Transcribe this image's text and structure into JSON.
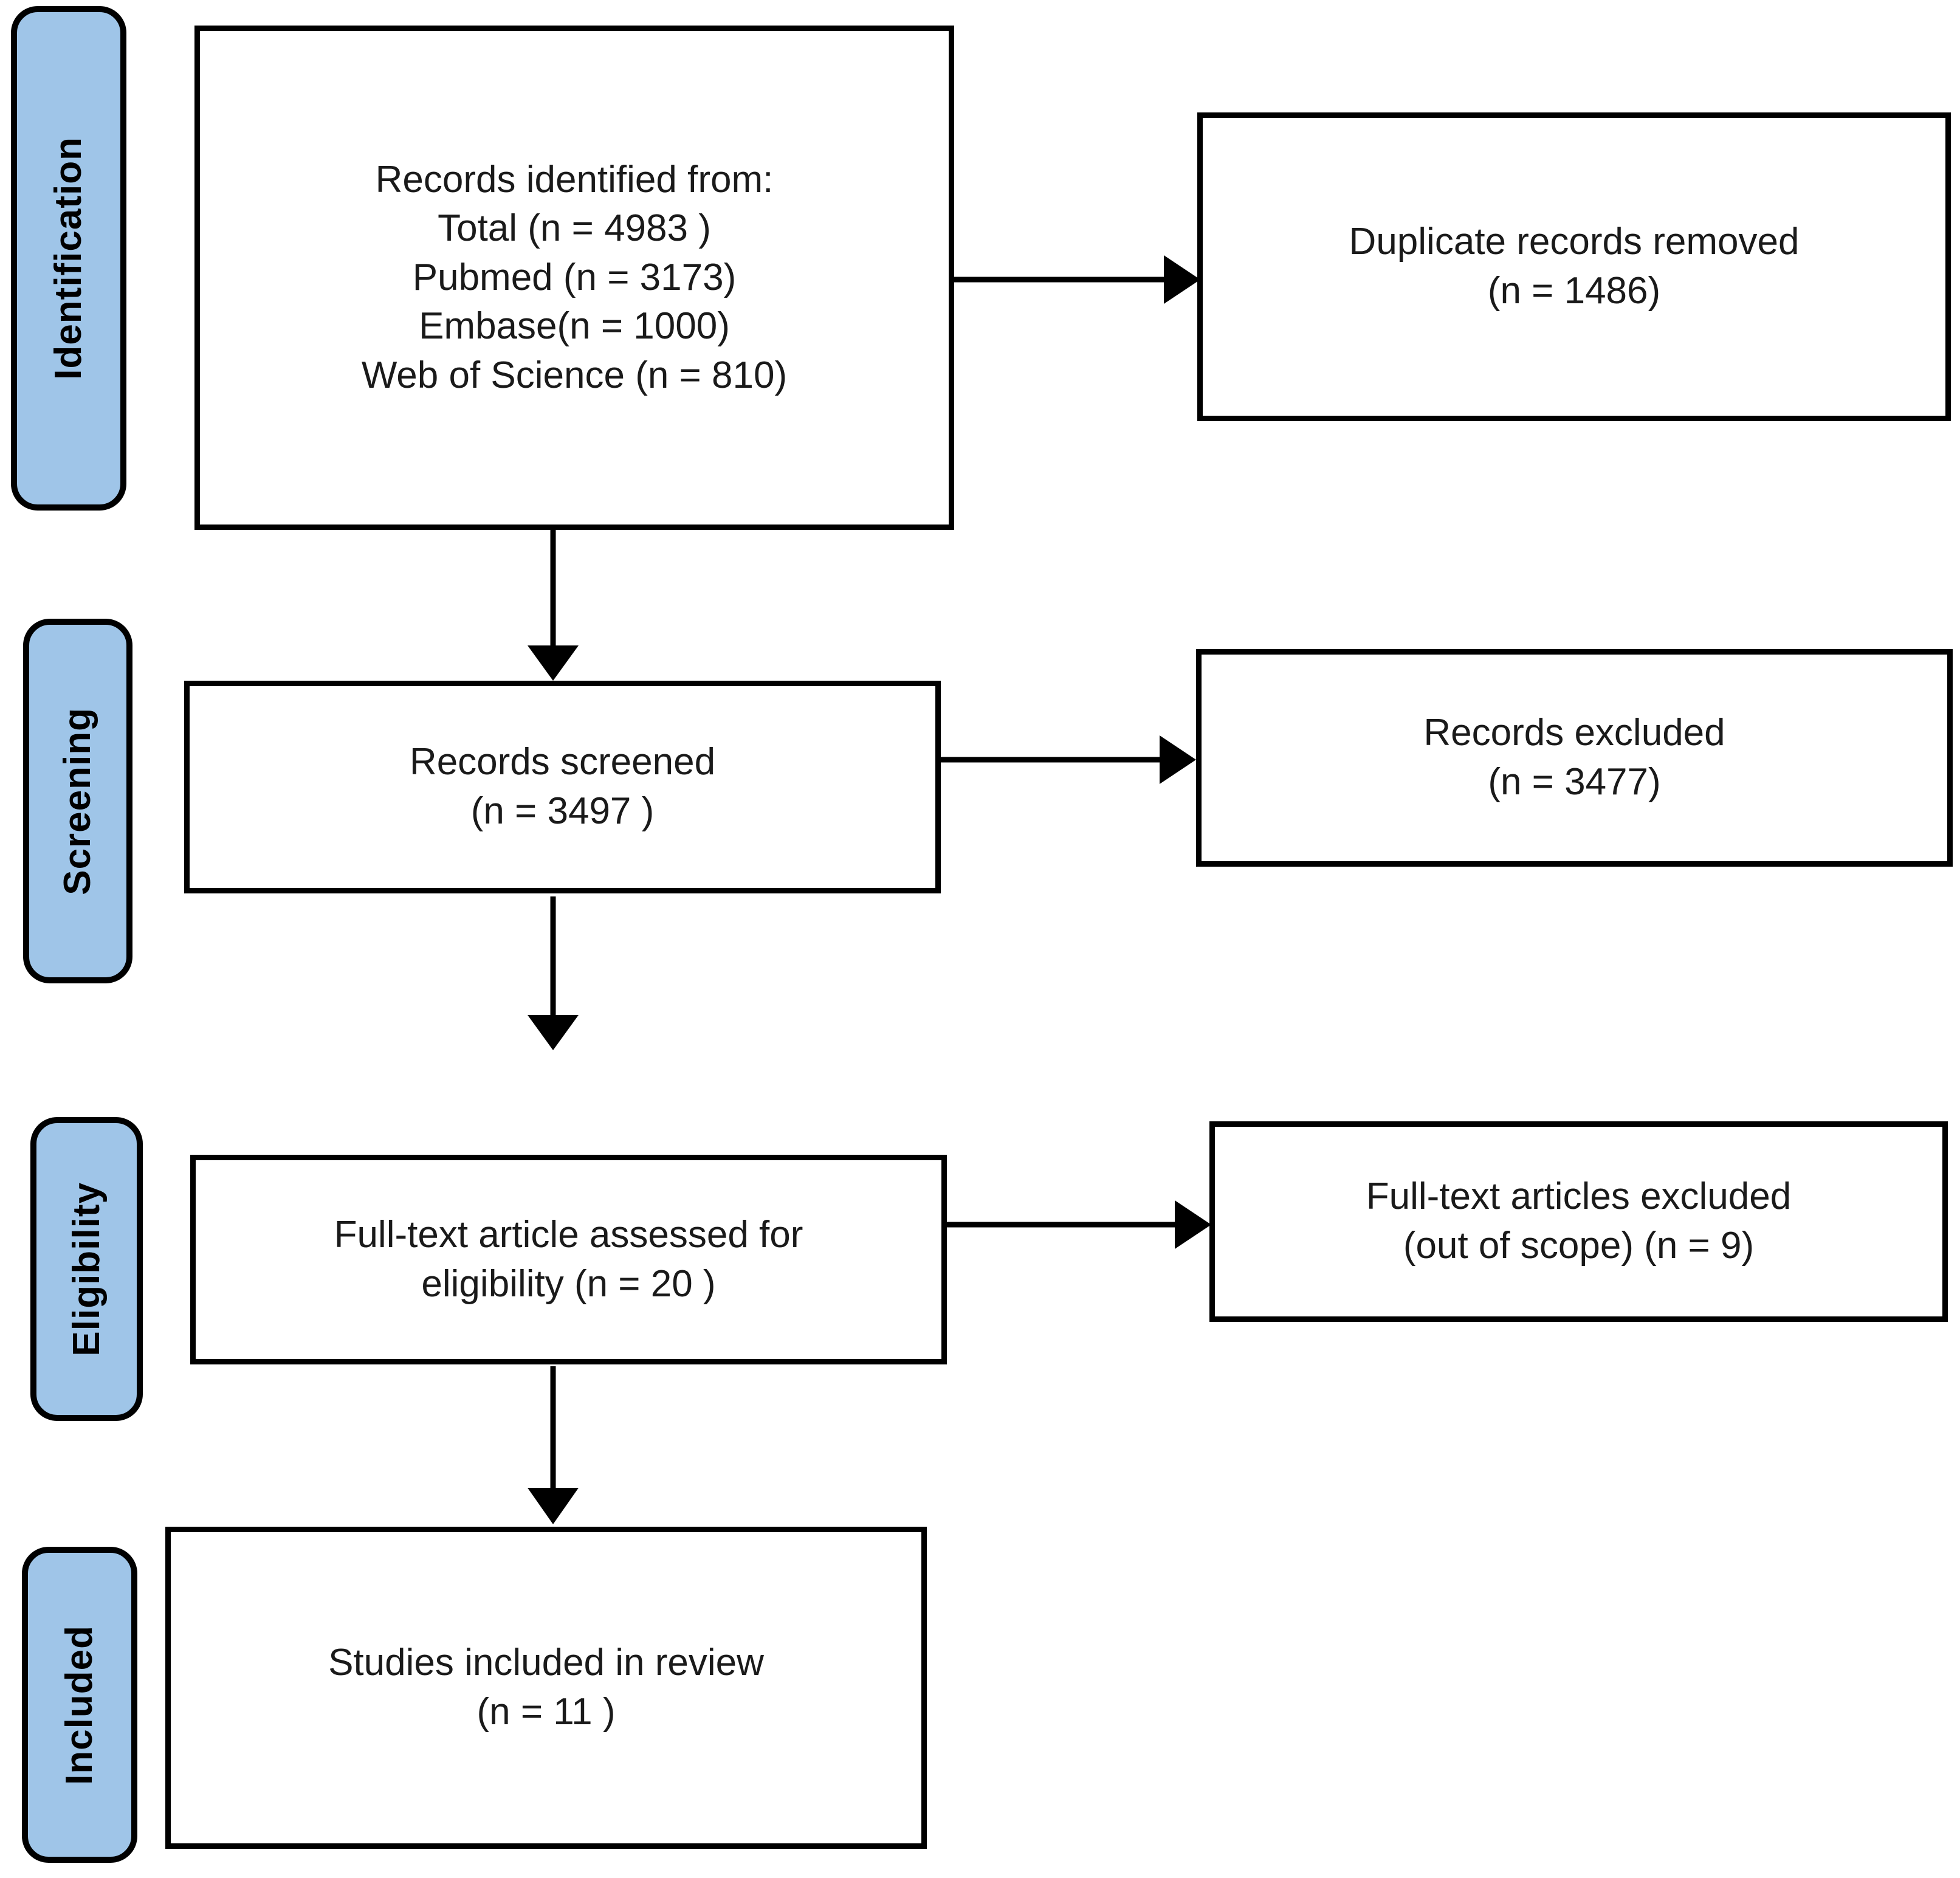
{
  "diagram": {
    "title": "PRISMA flow diagram",
    "accent_color": "#9FC5E8",
    "line_color": "#000000",
    "background": "#ffffff"
  },
  "stages": [
    {
      "id": "identification",
      "label": "Identification"
    },
    {
      "id": "screening",
      "label": "Screening"
    },
    {
      "id": "eligibility",
      "label": "Eligibility"
    },
    {
      "id": "included",
      "label": "Included"
    }
  ],
  "boxes": {
    "records_identified": {
      "text": "Records identified from:\nTotal (n = 4983 )\nPubmed (n = 3173)\nEmbase(n = 1000)\nWeb of Science (n = 810)"
    },
    "duplicates_removed": {
      "text": "Duplicate records removed\n(n = 1486)"
    },
    "records_screened": {
      "text": "Records screened\n(n = 3497 )"
    },
    "records_excluded": {
      "text": "Records excluded\n(n = 3477)"
    },
    "fulltext_assessed": {
      "text": "Full-text article assessed for\neligibility (n = 20 )"
    },
    "fulltext_excluded": {
      "text": "Full-text articles excluded\n(out of scope) (n = 9)"
    },
    "studies_included": {
      "text": "Studies included in review\n(n = 11 )"
    }
  },
  "chart_data": {
    "type": "diagram",
    "title": "PRISMA study selection flow",
    "nodes": [
      {
        "id": "records_identified",
        "stage": "Identification",
        "label": "Records identified from:",
        "values": {
          "Total": 4983,
          "Pubmed": 3173,
          "Embase": 1000,
          "Web of Science": 810
        }
      },
      {
        "id": "duplicates_removed",
        "stage": "Identification",
        "label": "Duplicate records removed",
        "n": 1486
      },
      {
        "id": "records_screened",
        "stage": "Screening",
        "label": "Records screened",
        "n": 3497
      },
      {
        "id": "records_excluded",
        "stage": "Screening",
        "label": "Records excluded",
        "n": 3477
      },
      {
        "id": "fulltext_assessed",
        "stage": "Eligibility",
        "label": "Full-text article assessed for eligibility",
        "n": 20
      },
      {
        "id": "fulltext_excluded",
        "stage": "Eligibility",
        "label": "Full-text articles excluded (out of scope)",
        "n": 9
      },
      {
        "id": "studies_included",
        "stage": "Included",
        "label": "Studies included in review",
        "n": 11
      }
    ],
    "edges": [
      {
        "from": "records_identified",
        "to": "duplicates_removed",
        "direction": "right"
      },
      {
        "from": "records_identified",
        "to": "records_screened",
        "direction": "down"
      },
      {
        "from": "records_screened",
        "to": "records_excluded",
        "direction": "right"
      },
      {
        "from": "records_screened",
        "to": "fulltext_assessed",
        "direction": "down"
      },
      {
        "from": "fulltext_assessed",
        "to": "fulltext_excluded",
        "direction": "right"
      },
      {
        "from": "fulltext_assessed",
        "to": "studies_included",
        "direction": "down"
      }
    ]
  }
}
